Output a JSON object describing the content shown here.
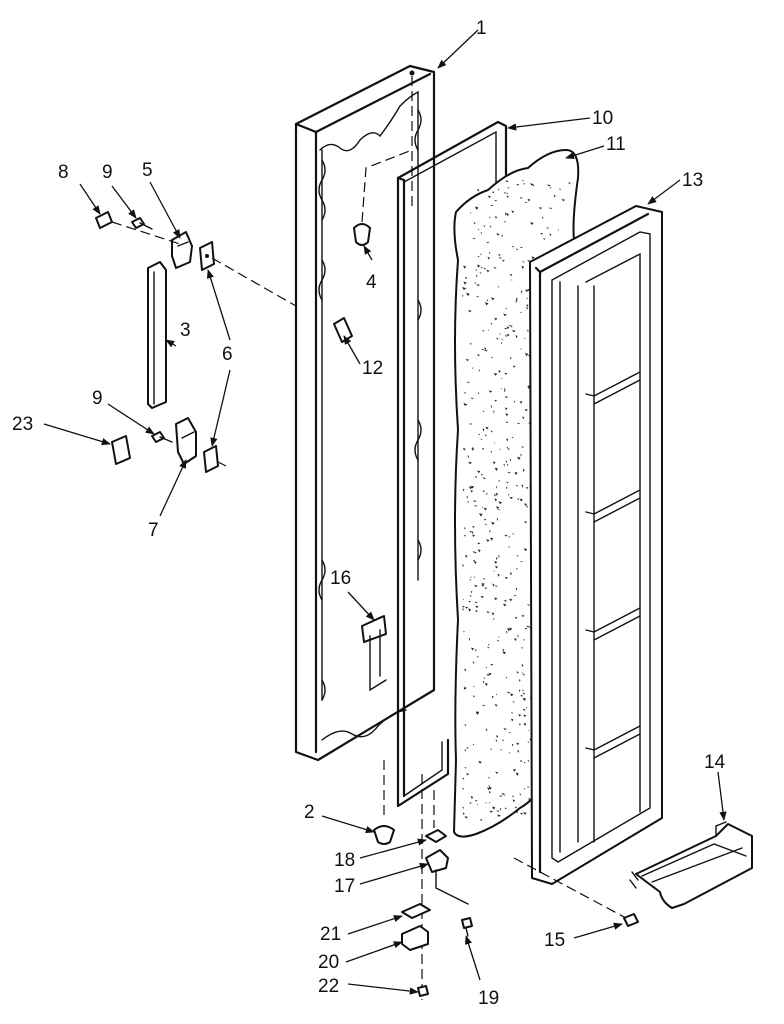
{
  "diagram": {
    "callouts": [
      "1",
      "2",
      "3",
      "4",
      "5",
      "6",
      "7",
      "8",
      "9",
      "9",
      "10",
      "11",
      "12",
      "13",
      "14",
      "15",
      "16",
      "17",
      "18",
      "19",
      "20",
      "21",
      "22",
      "23"
    ]
  }
}
